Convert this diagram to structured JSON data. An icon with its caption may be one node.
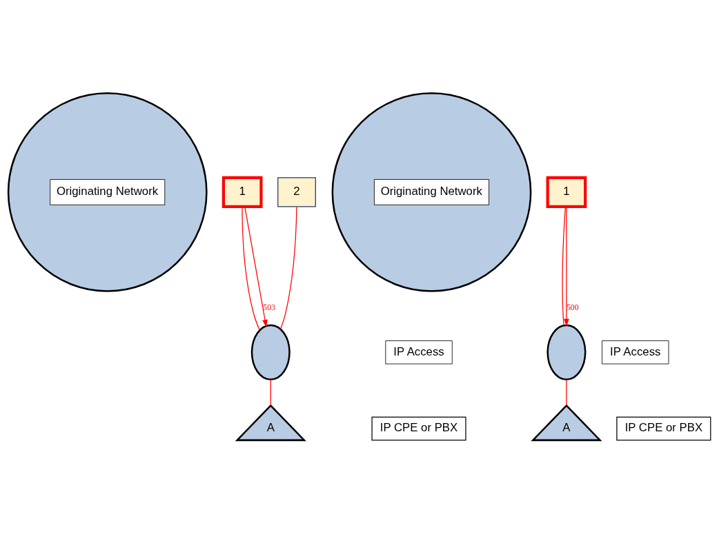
{
  "diagram": {
    "nodes": [
      {
        "text": [],
        "shape": "circle"
      },
      {
        "text": [
          "Originating Network"
        ],
        "in": 0
      },
      {
        "text": [
          "1"
        ]
      },
      {
        "text": [
          "2"
        ]
      },
      {
        "text": [
          "IP Access"
        ]
      },
      {
        "text": [],
        "shape": "ellipse"
      },
      {
        "text": [
          "IP CPE or PBX"
        ]
      },
      {
        "text": [
          "A"
        ]
      },
      {
        "text": [],
        "shape": "circle"
      },
      {
        "text": [
          "Originating Network"
        ],
        "in": 8
      },
      {
        "text": [
          "1"
        ]
      },
      {
        "text": [
          "IP Access"
        ]
      },
      {
        "text": [],
        "shape": "ellipse"
      },
      {
        "text": [
          "IP CPE or PBX"
        ]
      },
      {
        "text": [
          "A"
        ]
      }
    ],
    "edges": [
      {
        "from": 2,
        "to": 5,
        "arrow": "none"
      },
      {
        "from": 2,
        "to": 5,
        "arrow": "to",
        "label": "503"
      },
      {
        "from": 3,
        "to": 5,
        "arrow": "none"
      },
      {
        "from": 5,
        "to": 7,
        "arrow": "none"
      },
      {
        "from": 10,
        "to": 12,
        "arrow": "none"
      },
      {
        "from": 10,
        "to": 12,
        "arrow": "to",
        "label": "500"
      },
      {
        "from": 12,
        "to": 14,
        "arrow": "none"
      }
    ]
  }
}
